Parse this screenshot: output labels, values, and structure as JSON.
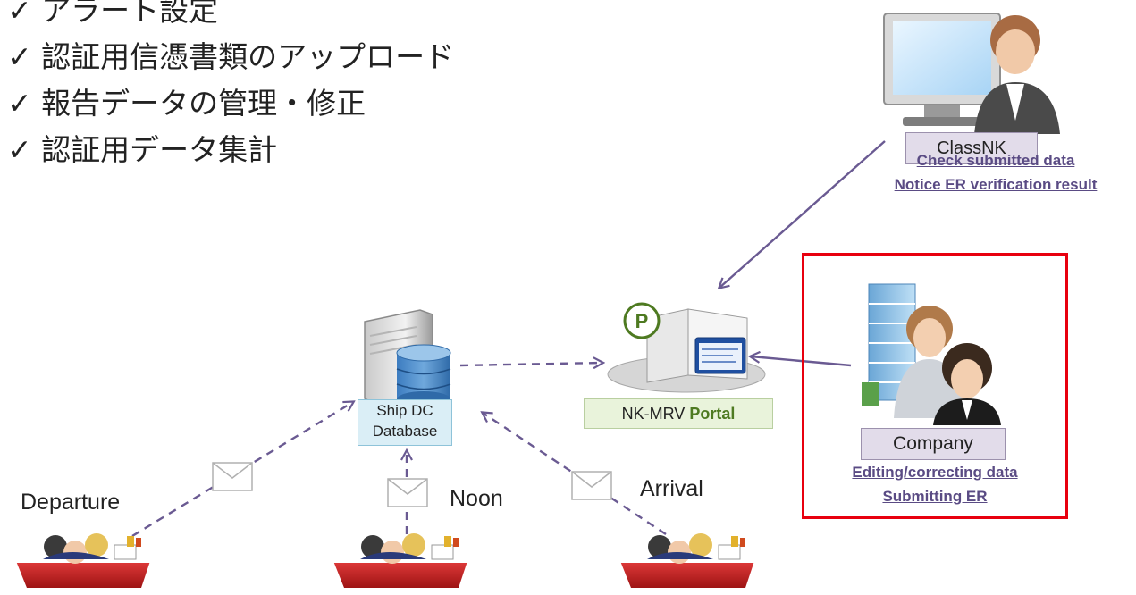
{
  "checklist": [
    "✓ アラート設定",
    "✓ 認証用信憑書類のアップロード",
    "✓ 報告データの管理・修正",
    "✓ 認証用データ集計"
  ],
  "classnk": {
    "tag": "ClassNK",
    "links": [
      "Check submitted data",
      "Notice ER verification result"
    ]
  },
  "company": {
    "tag": "Company",
    "links": [
      "Editing/correcting data",
      "Submitting ER"
    ]
  },
  "portal": {
    "name": "NK-MRV",
    "name_bold": "Portal",
    "badge": "P"
  },
  "database": {
    "line1": "Ship DC",
    "line2": "Database"
  },
  "reports": {
    "departure": "Departure",
    "noon": "Noon",
    "arrival": "Arrival"
  },
  "colors": {
    "connector": "#6a5a92",
    "highlight": "#e8000f",
    "link_text": "#5a4b84",
    "portal_tag": "#e9f3db",
    "db_tag": "#daeef6",
    "user_tag": "#e2dcea"
  }
}
